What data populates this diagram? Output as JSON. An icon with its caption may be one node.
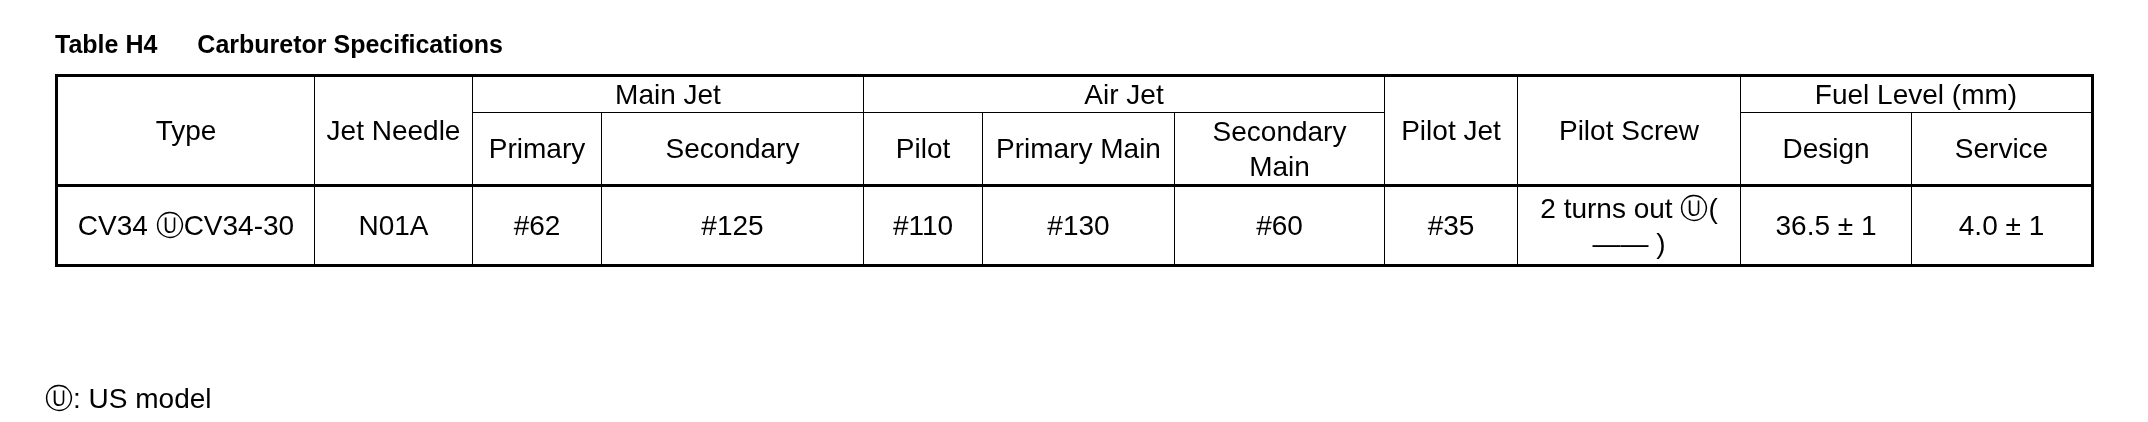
{
  "diagram": {
    "title": "Carburetor Specifications",
    "labels": [
      "Table H4",
      "Type",
      "Jet Needle",
      "Main Jet",
      "Air Jet",
      "Pilot Jet",
      "Pilot Screw",
      "Fuel Level (mm)",
      "Primary",
      "Secondary",
      "Pilot",
      "Primary Main",
      "Secondary Main",
      "Design",
      "Service",
      "CV34 ⓊCV34-30",
      "N01A",
      "#62",
      "#125",
      "#110",
      "#130",
      "#60",
      "#35",
      "2 turns out Ⓤ( —— )",
      "36.5 ± 1",
      "4.0 ± 1"
    ],
    "caption": "Ⓤ: US model"
  }
}
